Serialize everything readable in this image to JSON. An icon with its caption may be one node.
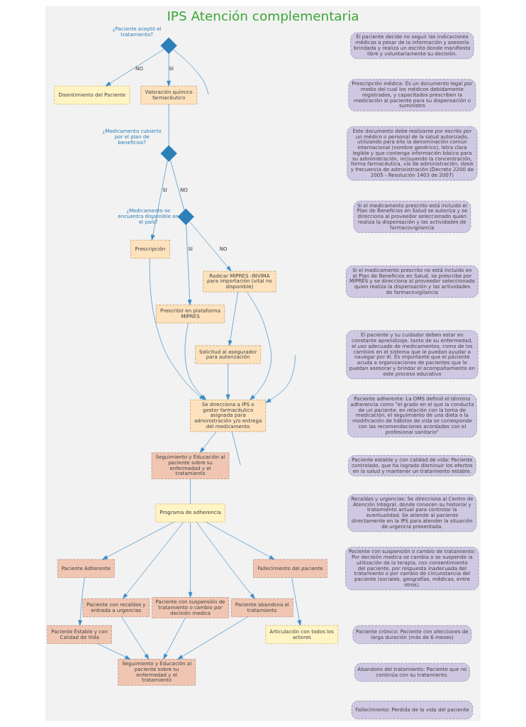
{
  "diagram": {
    "title": "IPS Atención complementaria",
    "nodes": [
      {
        "text": [],
        "shape": "diamond",
        "beside": [
          "¿Paciente aceptó el tratamiento?"
        ]
      },
      {
        "text": [
          "Disentimiento del Paciente"
        ]
      },
      {
        "text": [
          "Valoración químico farmacéutico"
        ]
      },
      {
        "text": [],
        "shape": "diamond",
        "beside": [
          "¿Medicamento cubierto por el plan de beneficios?"
        ]
      },
      {
        "text": [
          "Prescripción"
        ]
      },
      {
        "text": [],
        "shape": "diamond",
        "beside": [
          "¿Medicamento se encuentra disponible en el país?"
        ]
      },
      {
        "text": [
          "Prescribir en plataforma MIPRES"
        ]
      },
      {
        "text": [
          "Radicar MIPRES -INVIMA para importación (vital no disponible)"
        ]
      },
      {
        "text": [
          "Solicitud al asegurador para autorización"
        ]
      },
      {
        "text": [
          "Se direcciona a IPS o gestor farmacéutico asignada para administración y/o entrega del medicamento"
        ]
      },
      {
        "text": [
          "Seguimiento y Educación al paciente sobre su enfermedad y el tratamiento"
        ]
      },
      {
        "text": [
          "Programa de adherencia"
        ]
      },
      {
        "text": [
          "Paciente Adherente"
        ]
      },
      {
        "text": [
          "Paciente con recaídas y entrada a urgencias"
        ]
      },
      {
        "text": [
          "Paciente con suspensión de tratamiento o cambio por decisión medica"
        ]
      },
      {
        "text": [
          "Paciente abandona el tratamiento"
        ]
      },
      {
        "text": [
          "Fallecimiento del paciente"
        ]
      },
      {
        "text": [
          "Paciente Estable y con Calidad de Vida"
        ]
      },
      {
        "text": [
          "Articulación con todos los actores"
        ]
      },
      {
        "text": [
          "Seguimiento y Educación al paciente sobre su enfermedad y el tratamiento"
        ]
      },
      {
        "text": [
          "El paciente decide no seguir las indicaciones médicas a pesar de la información y asesoría brindada y realiza un escrito donde manifiesta libre y voluntariamente su decisión."
        ]
      },
      {
        "text": [
          "Prescripción médica: Es un documento legal por medio del cual los médicos debidamente registrados, y capacitados prescriben la medicación al paciente para su dispensación o suministro"
        ]
      },
      {
        "text": [
          "Este documento debe realizarse por escrito por un médico o personal de la salud autorizado, utilizando para ello la denominación común internacional (nombre genérico), letra clara legible y que contenga información básica para su administración, incluyendo la concentración, forma farmacéutica, vía de administración, dosis y frecuencia de administración (Decreto 2200 de 2005 - Resolución 1403 de 2007)"
        ]
      },
      {
        "text": [
          "Si el medicamento prescrito está incluido el Plan de Beneficios en Salud se autoriza y se direcciona al proveedor seleccionado quien realiza la dispensación y las actividades de farmacovigilancia"
        ]
      },
      {
        "text": [
          "Si el medicamento prescrito no está incluido en el Plan de Beneficios en Salud, se prescribe por MIPRES y se direcciona al proveedor seleccionado quien realiza la dispensación y las actividades de farmacovigilancia"
        ]
      },
      {
        "text": [
          "El paciente y su cuidador deben estar en constante aprendizaje, tanto de su enfermedad, el uso adecuado de medicamentos, como de los cambios en el sistema que le puedan ayudar a navegar por él. Es importante que el paciente acuda a organizaciones de pacientes que le puedan asesorar y brindar el acompañamiento en este proceso educativo"
        ]
      },
      {
        "text": [
          "Paciente adherente: La OMS definió el término adherencia como \"el grado en el que la conducta de un paciente, en relación con la toma de medicación, el seguimiento de una dieta o la modificación de hábitos de vida se corresponde con las recomendaciones acordadas con el profesional sanitario\""
        ]
      },
      {
        "text": [
          "Paciente estable y con calidad de vida: Paciente controlado, que ha logrado disminuir los efectos en la salud y mantener un tratamiento estable."
        ]
      },
      {
        "text": [
          "Recaídas y urgencias: Se direcciona al Centro de Atención Integral, donde conocen su historial y tratamiento actual para controlar la eventualidad. Se atiende al paciente directamente en la IPS para atender la situación de urgencia presentada."
        ]
      },
      {
        "text": [
          "Paciente con suspensión o cambio de tratamiento: Por decisión medica se cambia o se suspende la utilización de la terapia, con consentimiento del paciente, por respuesta inadecuada del tratamiento o por cambio de circunstancia del paciente (sociales, geografías, médicas, entre otros)."
        ]
      },
      {
        "text": [
          "Paciente crónico: Paciente con afecciones de larga duración (más de 6 meses)"
        ]
      },
      {
        "text": [
          "Abandono del tratamiento: Paciente que no continúa con su tratamiento."
        ]
      },
      {
        "text": [
          "Fallecimiento: Perdida de la vida del paciente"
        ]
      }
    ],
    "edges": [
      {
        "from": 0,
        "to": 1,
        "arrow": "to",
        "label": "NO"
      },
      {
        "from": 0,
        "to": 2,
        "arrow": "to",
        "label": "SI"
      },
      {
        "from": 0,
        "to": null,
        "arrow": "none"
      },
      {
        "from": 2,
        "to": 3,
        "arrow": "none"
      },
      {
        "from": 3,
        "to": 4,
        "arrow": "to",
        "label": "SI"
      },
      {
        "from": 3,
        "to": 5,
        "arrow": "none",
        "label": "NO"
      },
      {
        "from": 5,
        "to": 6,
        "arrow": "to",
        "label": "SI"
      },
      {
        "from": 5,
        "to": 7,
        "arrow": "to",
        "label": "NO"
      },
      {
        "from": 7,
        "to": 8,
        "arrow": "to"
      },
      {
        "from": 7,
        "to": 9,
        "arrow": "to"
      },
      {
        "from": 6,
        "to": 9,
        "arrow": "to"
      },
      {
        "from": 4,
        "to": 9,
        "arrow": "to"
      },
      {
        "from": 8,
        "to": 9,
        "arrow": "to"
      },
      {
        "from": null,
        "to": 9,
        "arrow": "to"
      },
      {
        "from": 9,
        "to": null,
        "arrow": "none"
      },
      {
        "from": 9,
        "to": 10,
        "arrow": "to"
      },
      {
        "from": 10,
        "to": 11,
        "arrow": "none"
      },
      {
        "from": 11,
        "to": 12,
        "arrow": "to"
      },
      {
        "from": 11,
        "to": 13,
        "arrow": "to"
      },
      {
        "from": 11,
        "to": 14,
        "arrow": "to"
      },
      {
        "from": 11,
        "to": 15,
        "arrow": "to"
      },
      {
        "from": 11,
        "to": 16,
        "arrow": "to"
      },
      {
        "from": 12,
        "to": 17,
        "arrow": "to"
      },
      {
        "from": 16,
        "to": 18,
        "arrow": "to"
      },
      {
        "from": 17,
        "to": 19,
        "arrow": "to"
      },
      {
        "from": 13,
        "to": 19,
        "arrow": "to"
      },
      {
        "from": 14,
        "to": 19,
        "arrow": "to"
      },
      {
        "from": 15,
        "to": 19,
        "arrow": "to"
      }
    ]
  }
}
